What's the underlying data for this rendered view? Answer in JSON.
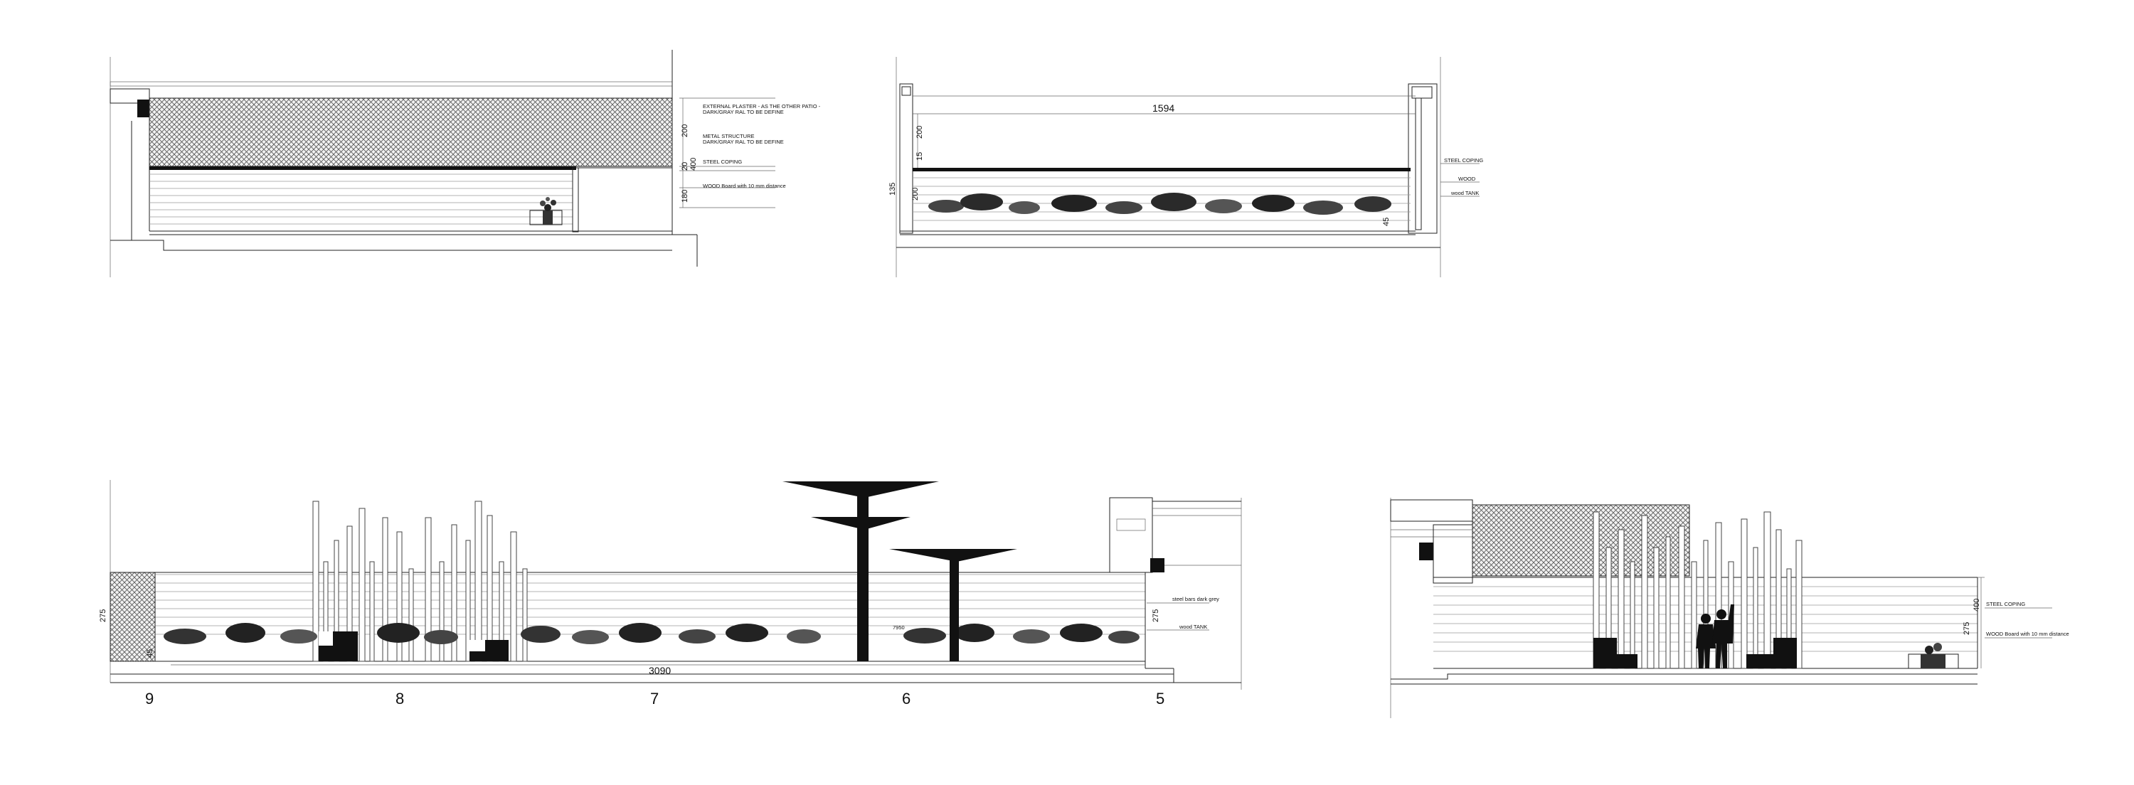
{
  "section_top_left": {
    "notes": {
      "plaster_1": "EXTERNAL PLASTER - AS THE OTHER PATIO -",
      "plaster_2": "DARK/GRAY RAL TO BE DEFINE",
      "metal_1": "METAL STRUCTURE",
      "metal_2": "DARK/GRAY RAL TO BE DEFINE",
      "coping": "STEEL COPING",
      "wood": "WOOD Board with 10 mm distance"
    },
    "dims": {
      "d200": "200",
      "d20": "20",
      "d400": "400",
      "d180": "180"
    }
  },
  "section_top_right": {
    "span": "1594",
    "notes": {
      "coping": "STEEL COPING",
      "wood": "WOOD",
      "tank": "wood TANK"
    },
    "dims": {
      "d200": "200",
      "d15": "15",
      "d135": "135",
      "d200b": "200",
      "d45": "45"
    }
  },
  "section_bottom_left": {
    "height": "275",
    "height_right": "275",
    "d45": "45",
    "length": "3090",
    "mid": "7950",
    "notes": {
      "steel": "steel bars dark grey",
      "tank": "wood TANK"
    },
    "grid": [
      "9",
      "8",
      "7",
      "6",
      "5"
    ]
  },
  "section_bottom_right": {
    "d400": "400",
    "d275": "275",
    "notes": {
      "coping": "STEEL COPING",
      "wood": "WOOD Board with 10 mm distance"
    }
  }
}
